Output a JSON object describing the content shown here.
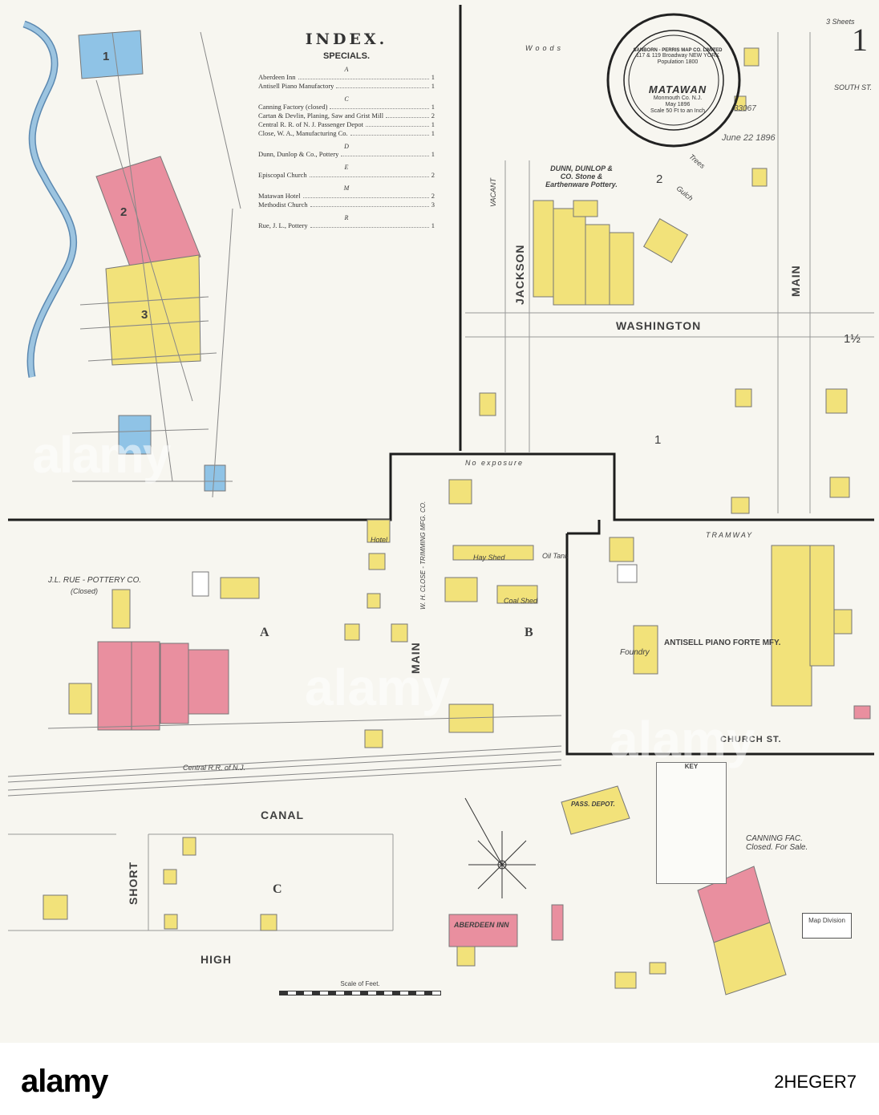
{
  "sheet_number": "1",
  "index": {
    "title": "INDEX.",
    "subtitle": "SPECIALS.",
    "groups": [
      {
        "letter": "A",
        "rows": [
          {
            "name": "Aberdeen Inn",
            "page": "1"
          },
          {
            "name": "Antisell Piano Manufactory",
            "page": "1"
          }
        ]
      },
      {
        "letter": "C",
        "rows": [
          {
            "name": "Canning Factory (closed)",
            "page": "1"
          },
          {
            "name": "Cartan & Devlin, Planing, Saw and Grist Mill",
            "page": "2"
          },
          {
            "name": "Central R. R. of N. J. Passenger Depot",
            "page": "1"
          },
          {
            "name": "Close, W. A., Manufacturing Co.",
            "page": "1"
          }
        ]
      },
      {
        "letter": "D",
        "rows": [
          {
            "name": "Dunn, Dunlop & Co., Pottery",
            "page": "1"
          }
        ]
      },
      {
        "letter": "E",
        "rows": [
          {
            "name": "Episcopal Church",
            "page": "2"
          }
        ]
      },
      {
        "letter": "M",
        "rows": [
          {
            "name": "Matawan Hotel",
            "page": "2"
          },
          {
            "name": "Methodist Church",
            "page": "3"
          }
        ]
      },
      {
        "letter": "R",
        "rows": [
          {
            "name": "Rue, J. L., Pottery",
            "page": "1"
          }
        ]
      }
    ]
  },
  "stamp": {
    "publisher": "SANBORN - PERRIS MAP CO. LIMITED",
    "address": "117 & 119 Broadway NEW YORK",
    "population": "Population 1800",
    "town": "MATAWAN",
    "county": "Monmouth Co. N.J.",
    "date": "May 1896",
    "scale": "Scale 50 Ft to an Inch",
    "received": "June 22 1896",
    "number": "33067"
  },
  "streets": {
    "jackson": "JACKSON",
    "washington": "WASHINGTON",
    "main_top": "MAIN",
    "main_mid": "MAIN",
    "canal": "CANAL",
    "short": "SHORT",
    "high": "HIGH",
    "church": "CHURCH ST.",
    "south": "SOUTH ST."
  },
  "labels": {
    "woods": "Woods",
    "no_exposure": "No exposure",
    "dunn": "DUNN, DUNLOP & CO. Stone & Earthenware Pottery.",
    "rue": "J.L. RUE - POTTERY CO.",
    "rue_closed": "(Closed)",
    "close_mfg": "W. H. CLOSE - TRIMMING MFG. CO.",
    "antisell": "ANTISELL PIANO FORTE MFY.",
    "foundry": "Foundry",
    "aberdeen": "ABERDEEN INN",
    "pass_depot": "PASS. DEPOT.",
    "canning": "CANNING FAC. Closed. For Sale.",
    "central_rr": "Central R.R. of N.J.",
    "hotel": "Hotel",
    "coal_shed": "Coal Shed",
    "hay_shed": "Hay Shed",
    "oil_tank": "Oil Tank",
    "key": "KEY",
    "map_division": "Map Division",
    "scale": "Scale of Feet.",
    "vacant": "VACANT",
    "trees": "Trees",
    "gulch": "Gulch",
    "tramway": "TRAMWAY",
    "three_sheets": "3 Sheets"
  },
  "block_letters": [
    "A",
    "B",
    "C"
  ],
  "block_numbers": {
    "one": "1",
    "one_half": "1½",
    "two": "2",
    "three": "3",
    "one_b": "1"
  },
  "footer": {
    "brand": "alamy",
    "code": "2HEGER7"
  },
  "colors": {
    "brick": "#e98f9f",
    "frame": "#f2e27a",
    "stone": "#8fc3e6",
    "paper": "#f7f6f0",
    "water": "#7fb3d9"
  }
}
